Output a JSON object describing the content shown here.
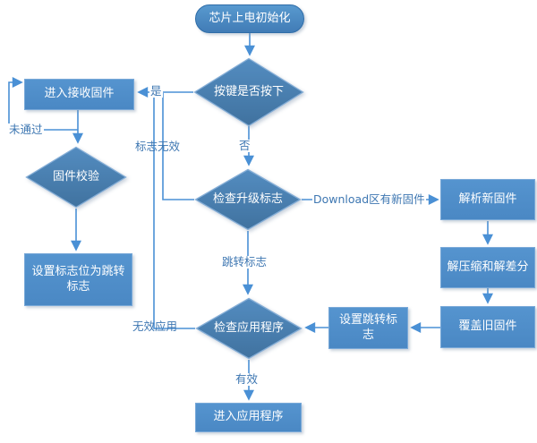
{
  "diagram_type": "flowchart",
  "nodes": {
    "start": {
      "label": "芯片上电初始化",
      "shape": "terminator"
    },
    "key_pressed": {
      "label": "按键是否按下",
      "shape": "decision"
    },
    "receive_fw": {
      "label": "进入接收固件",
      "shape": "process"
    },
    "fw_verify": {
      "label": "固件校验",
      "shape": "decision"
    },
    "set_flag_jump": {
      "label": "设置标志位为跳转标志",
      "shape": "process"
    },
    "check_upgrade_flag": {
      "label": "检查升级标志",
      "shape": "decision"
    },
    "parse_new_fw": {
      "label": "解析新固件",
      "shape": "process"
    },
    "decompress": {
      "label": "解压缩和解差分",
      "shape": "process"
    },
    "overwrite_old_fw": {
      "label": "覆盖旧固件",
      "shape": "process"
    },
    "set_jump_flag": {
      "label": "设置跳转标志",
      "shape": "process"
    },
    "check_app": {
      "label": "检查应用程序",
      "shape": "decision"
    },
    "enter_app": {
      "label": "进入应用程序",
      "shape": "process"
    }
  },
  "edge_labels": {
    "yes": "是",
    "no": "否",
    "not_passed": "未通过",
    "flag_invalid": "标志无效",
    "download_new_fw": "Download区有新固件",
    "jump_flag": "跳转标志",
    "invalid_app": "无效应用",
    "valid": "有效"
  },
  "colors": {
    "process_fill": "#4e8cc8",
    "decision_fill": "#4a86bb",
    "shape_border": "#84add6",
    "terminator_border": "#2f6da8",
    "connector": "#4a90d5",
    "edge_label_text": "#3e77b2",
    "node_text": "#ffffff",
    "background": "#ffffff"
  }
}
